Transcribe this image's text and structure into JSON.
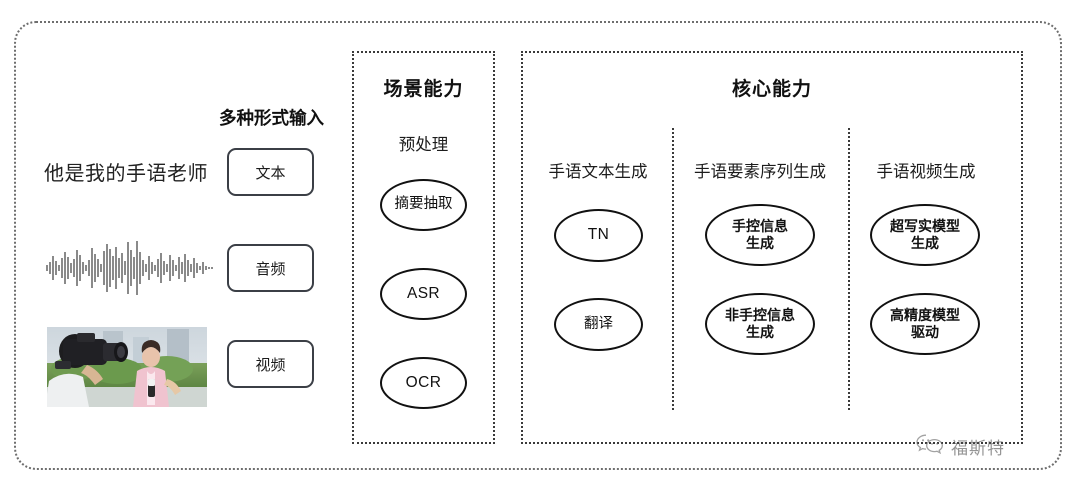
{
  "diagram": {
    "input_section": {
      "title": "多种形式输入",
      "sentence": "他是我的手语老师",
      "modalities": [
        {
          "label": "文本",
          "icon": "text-sample"
        },
        {
          "label": "音频",
          "icon": "audio-waveform"
        },
        {
          "label": "视频",
          "icon": "video-thumbnail"
        }
      ]
    },
    "scene_panel": {
      "title": "场景能力",
      "groups": [
        {
          "header": "预处理",
          "nodes": [
            "摘要抽取",
            "ASR",
            "OCR"
          ]
        }
      ]
    },
    "core_panel": {
      "title": "核心能力",
      "columns": [
        {
          "header": "手语文本生成",
          "nodes": [
            "TN",
            "翻译"
          ]
        },
        {
          "header": "手语要素序列生成",
          "nodes": [
            "手控信息\n生成",
            "非手控信息\n生成"
          ]
        },
        {
          "header": "手语视频生成",
          "nodes": [
            "超写实模型\n生成",
            "高精度模型\n驱动"
          ]
        }
      ]
    },
    "watermark": {
      "text": "福斯特",
      "icon": "wechat-icon"
    },
    "colors": {
      "ink": "#111111",
      "border": "#3a3a3a",
      "outer_border": "#6e6e6e",
      "pill_border": "#3b3f46",
      "background": "#ffffff"
    }
  }
}
